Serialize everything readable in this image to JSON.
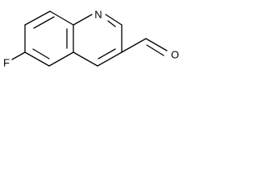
{
  "atoms": {
    "nitrogen": "N",
    "fluorine": "F",
    "oxygen": "O"
  },
  "colors": {
    "bond": "#000000",
    "background": "#ffffff"
  }
}
